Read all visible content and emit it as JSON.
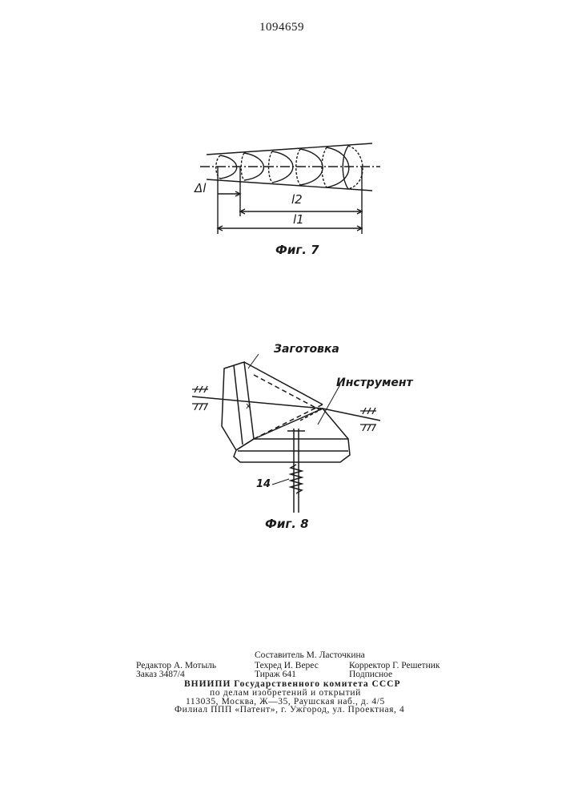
{
  "header": {
    "patent_number": "1094659"
  },
  "figure7": {
    "caption": "Фиг. 7",
    "label_delta_l": "Δl",
    "label_l2": "l2",
    "label_l1": "l1"
  },
  "figure8": {
    "caption": "Фиг. 8",
    "label_zagotovka": "Заготовка",
    "label_instrument": "Инструмент",
    "label_14": "14",
    "label_x": "x"
  },
  "imprint": {
    "sostavitel": "Составитель М. Ласточкина",
    "redaktor": "Редактор А. Мотыль",
    "tehred": "Техред И. Верес",
    "korrektor": "Корректор Г. Решетник",
    "zakaz": "Заказ 3487/4",
    "tirazh": "Тираж 641",
    "podpisnoe": "Подписное",
    "vniipi": "ВНИИПИ Государственного комитета СССР",
    "po_delam": "по делам изобретений и открытий",
    "address": "113035, Москва, Ж—35, Раушская наб., д. 4/5",
    "filial": "Филиал ППП «Патент», г. Ужгород, ул. Проектная, 4"
  },
  "colors": {
    "ink": "#1a1a1a",
    "paper": "#ffffff"
  }
}
